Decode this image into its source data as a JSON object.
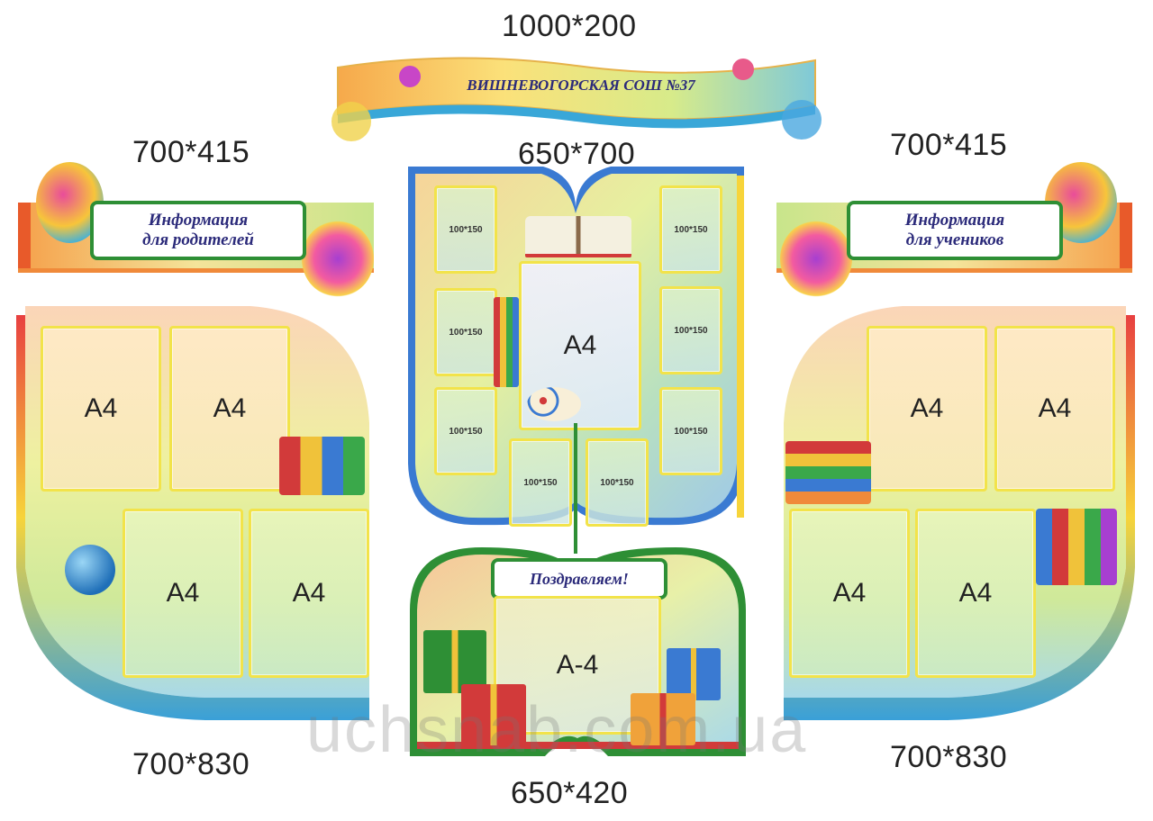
{
  "dimensions": {
    "banner": "1000*200",
    "left_top": "700*415",
    "right_top": "700*415",
    "center_top": "650*700",
    "left_bottom": "700*830",
    "right_bottom": "700*830",
    "center_bottom": "650*420"
  },
  "banner": {
    "title": "ВИШНЕВОГОРСКАЯ СОШ №37"
  },
  "left_header": {
    "line1": "Информация",
    "line2": "для родителей"
  },
  "right_header": {
    "line1": "Информация",
    "line2": "для учеников"
  },
  "congrats": {
    "title": "Поздравляем!"
  },
  "pockets": {
    "a4": "A4",
    "small": "100*150",
    "a4_dash": "А-4"
  },
  "watermark": "uchsnab.com.ua",
  "colors": {
    "frame_green": "#2e8f35",
    "label_text": "#2b2a7a",
    "pocket_border": "#f2e34a"
  }
}
